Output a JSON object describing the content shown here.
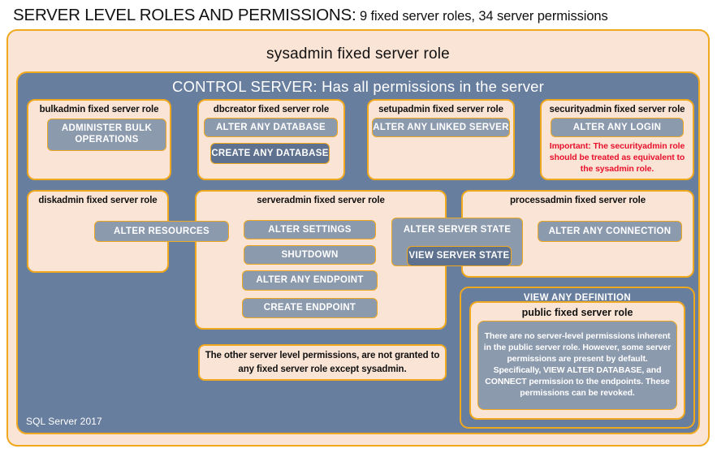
{
  "heading": {
    "strong": "SERVER LEVEL ROLES AND PERMISSIONS:",
    "light": " 9 fixed server roles, 34 server permissions"
  },
  "colors": {
    "cream": "#FAE4D5",
    "blue": "#687E9E",
    "gold_border": "#F0A81E",
    "chip_light": "#8C9AAE",
    "chip_dark": "#5E718E",
    "warning_red": "#E8112D",
    "white": "#FFFFFF"
  },
  "sysadmin": {
    "title": "sysadmin fixed server role"
  },
  "control_server": {
    "title": "CONTROL SERVER: Has all permissions in the server"
  },
  "roles": {
    "bulkadmin": {
      "title": "bulkadmin fixed server role",
      "permissions": [
        {
          "label": "ADMINISTER  BULK OPERATIONS",
          "style": "light"
        }
      ]
    },
    "dbcreator": {
      "title": "dbcreator fixed server role",
      "permissions": [
        {
          "label": "ALTER ANY DATABASE",
          "style": "light"
        },
        {
          "label": "CREATE  ANY DATABASE",
          "style": "dark"
        }
      ]
    },
    "setupadmin": {
      "title": "setupadmin fixed server role",
      "permissions": [
        {
          "label": "ALTER ANY LINKED SERVER",
          "style": "light"
        }
      ]
    },
    "securityadmin": {
      "title": "securityadmin fixed server role",
      "permissions": [
        {
          "label": "ALTER ANY LOGIN",
          "style": "light"
        }
      ],
      "warning": "Important:  The securityadmin role should  be treated  as equivalent to the  sysadmin role."
    },
    "diskadmin": {
      "title": "diskadmin fixed server role",
      "permissions": [
        {
          "label": "ALTER RESOURCES",
          "style": "light"
        }
      ]
    },
    "serveradmin": {
      "title": "serveradmin fixed server role",
      "permissions": [
        {
          "label": "ALTER SETTINGS",
          "style": "light"
        },
        {
          "label": "SHUTDOWN",
          "style": "light"
        },
        {
          "label": "ALTER ANY ENDPOINT",
          "style": "light"
        },
        {
          "label": "CREATE  ENDPOINT",
          "style": "light"
        },
        {
          "label": "ALTER SERVER  STATE",
          "style": "light"
        },
        {
          "label": "VIEW SERVER  STATE",
          "style": "dark"
        }
      ]
    },
    "processadmin": {
      "title": "processadmin fixed server role",
      "permissions": [
        {
          "label": "ALTER ANY CONNECTION",
          "style": "light"
        }
      ]
    },
    "public": {
      "view_any_definition": "VIEW ANY DEFINITION",
      "title": "public  fixed server role",
      "note": "There are no server-level permissions inherent in the public server role. However, some server permissions are present by default. Specifically, VIEW ALTER DATABASE, and CONNECT permission to the endpoints. These permissions can be revoked."
    }
  },
  "notes": {
    "other_permissions": "The other server level permissions,  are not granted to any fixed server role except sysadmin."
  },
  "footer": {
    "product": "SQL Server 2017"
  }
}
